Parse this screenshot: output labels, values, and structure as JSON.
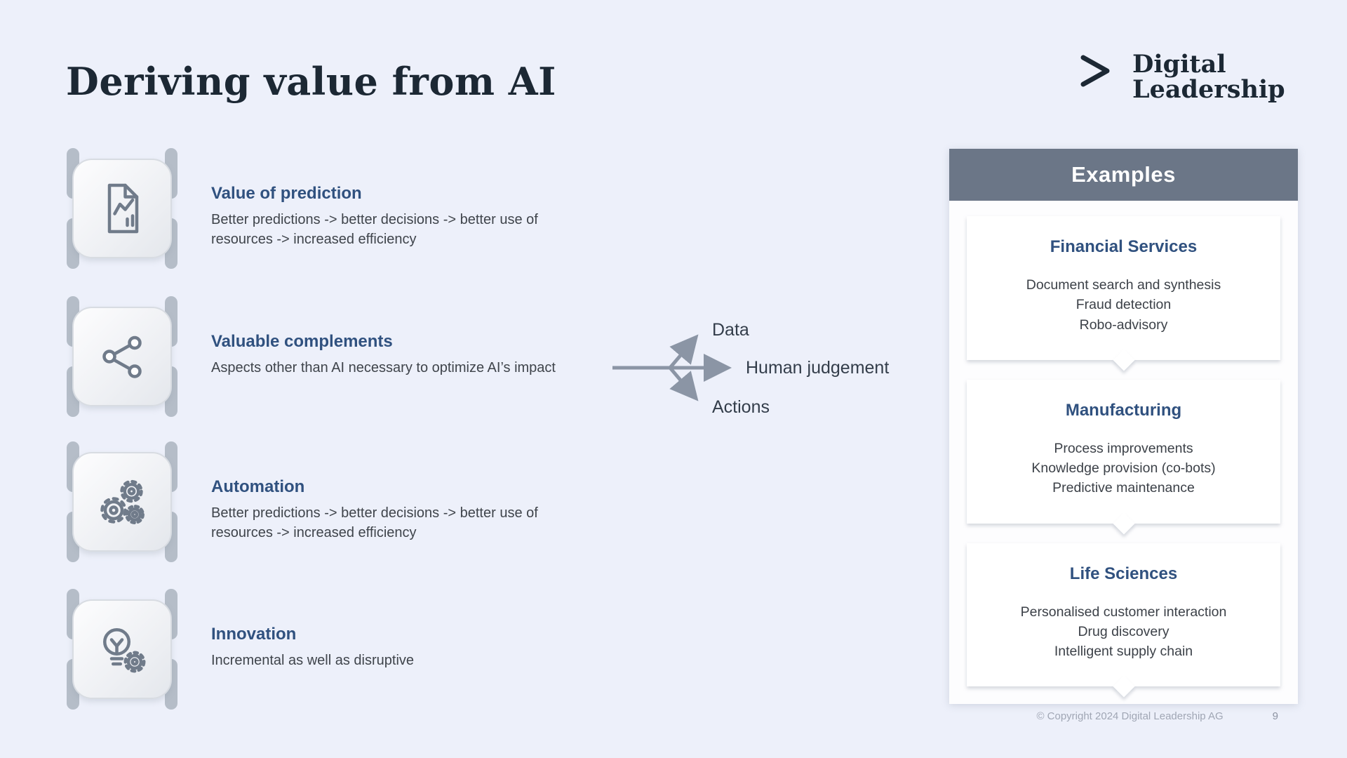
{
  "page": {
    "title": "Deriving value from AI",
    "logo": {
      "line1": "Digital",
      "line2": "Leadership"
    },
    "footer": {
      "copyright": "© Copyright 2024 Digital Leadership AG",
      "page_number": "9"
    }
  },
  "items": [
    {
      "icon": "document-chart-icon",
      "title": "Value of prediction",
      "description": "Better predictions -> better decisions -> better use of resources -> increased efficiency"
    },
    {
      "icon": "network-icon",
      "title": "Valuable complements",
      "description": "Aspects other than AI necessary to optimize AI’s impact"
    },
    {
      "icon": "gears-icon",
      "title": "Automation",
      "description": "Better predictions -> better decisions -> better use of resources -> increased efficiency"
    },
    {
      "icon": "lightbulb-gear-icon",
      "title": "Innovation",
      "description": "Incremental as well as disruptive"
    }
  ],
  "diagram": {
    "branches": [
      "Data",
      "Human judgement",
      "Actions"
    ]
  },
  "examples": {
    "header": "Examples",
    "cards": [
      {
        "title": "Financial Services",
        "items": [
          "Document search and synthesis",
          "Fraud detection",
          "Robo-advisory"
        ]
      },
      {
        "title": "Manufacturing",
        "items": [
          "Process improvements",
          "Knowledge provision (co-bots)",
          "Predictive maintenance"
        ]
      },
      {
        "title": "Life Sciences",
        "items": [
          "Personalised customer interaction",
          "Drug discovery",
          "Intelligent supply chain"
        ]
      }
    ]
  },
  "colors": {
    "accent_blue": "#30517f",
    "header_gray": "#6b7687",
    "arrow_gray": "#8b95a5",
    "background": "#edf0fa"
  }
}
